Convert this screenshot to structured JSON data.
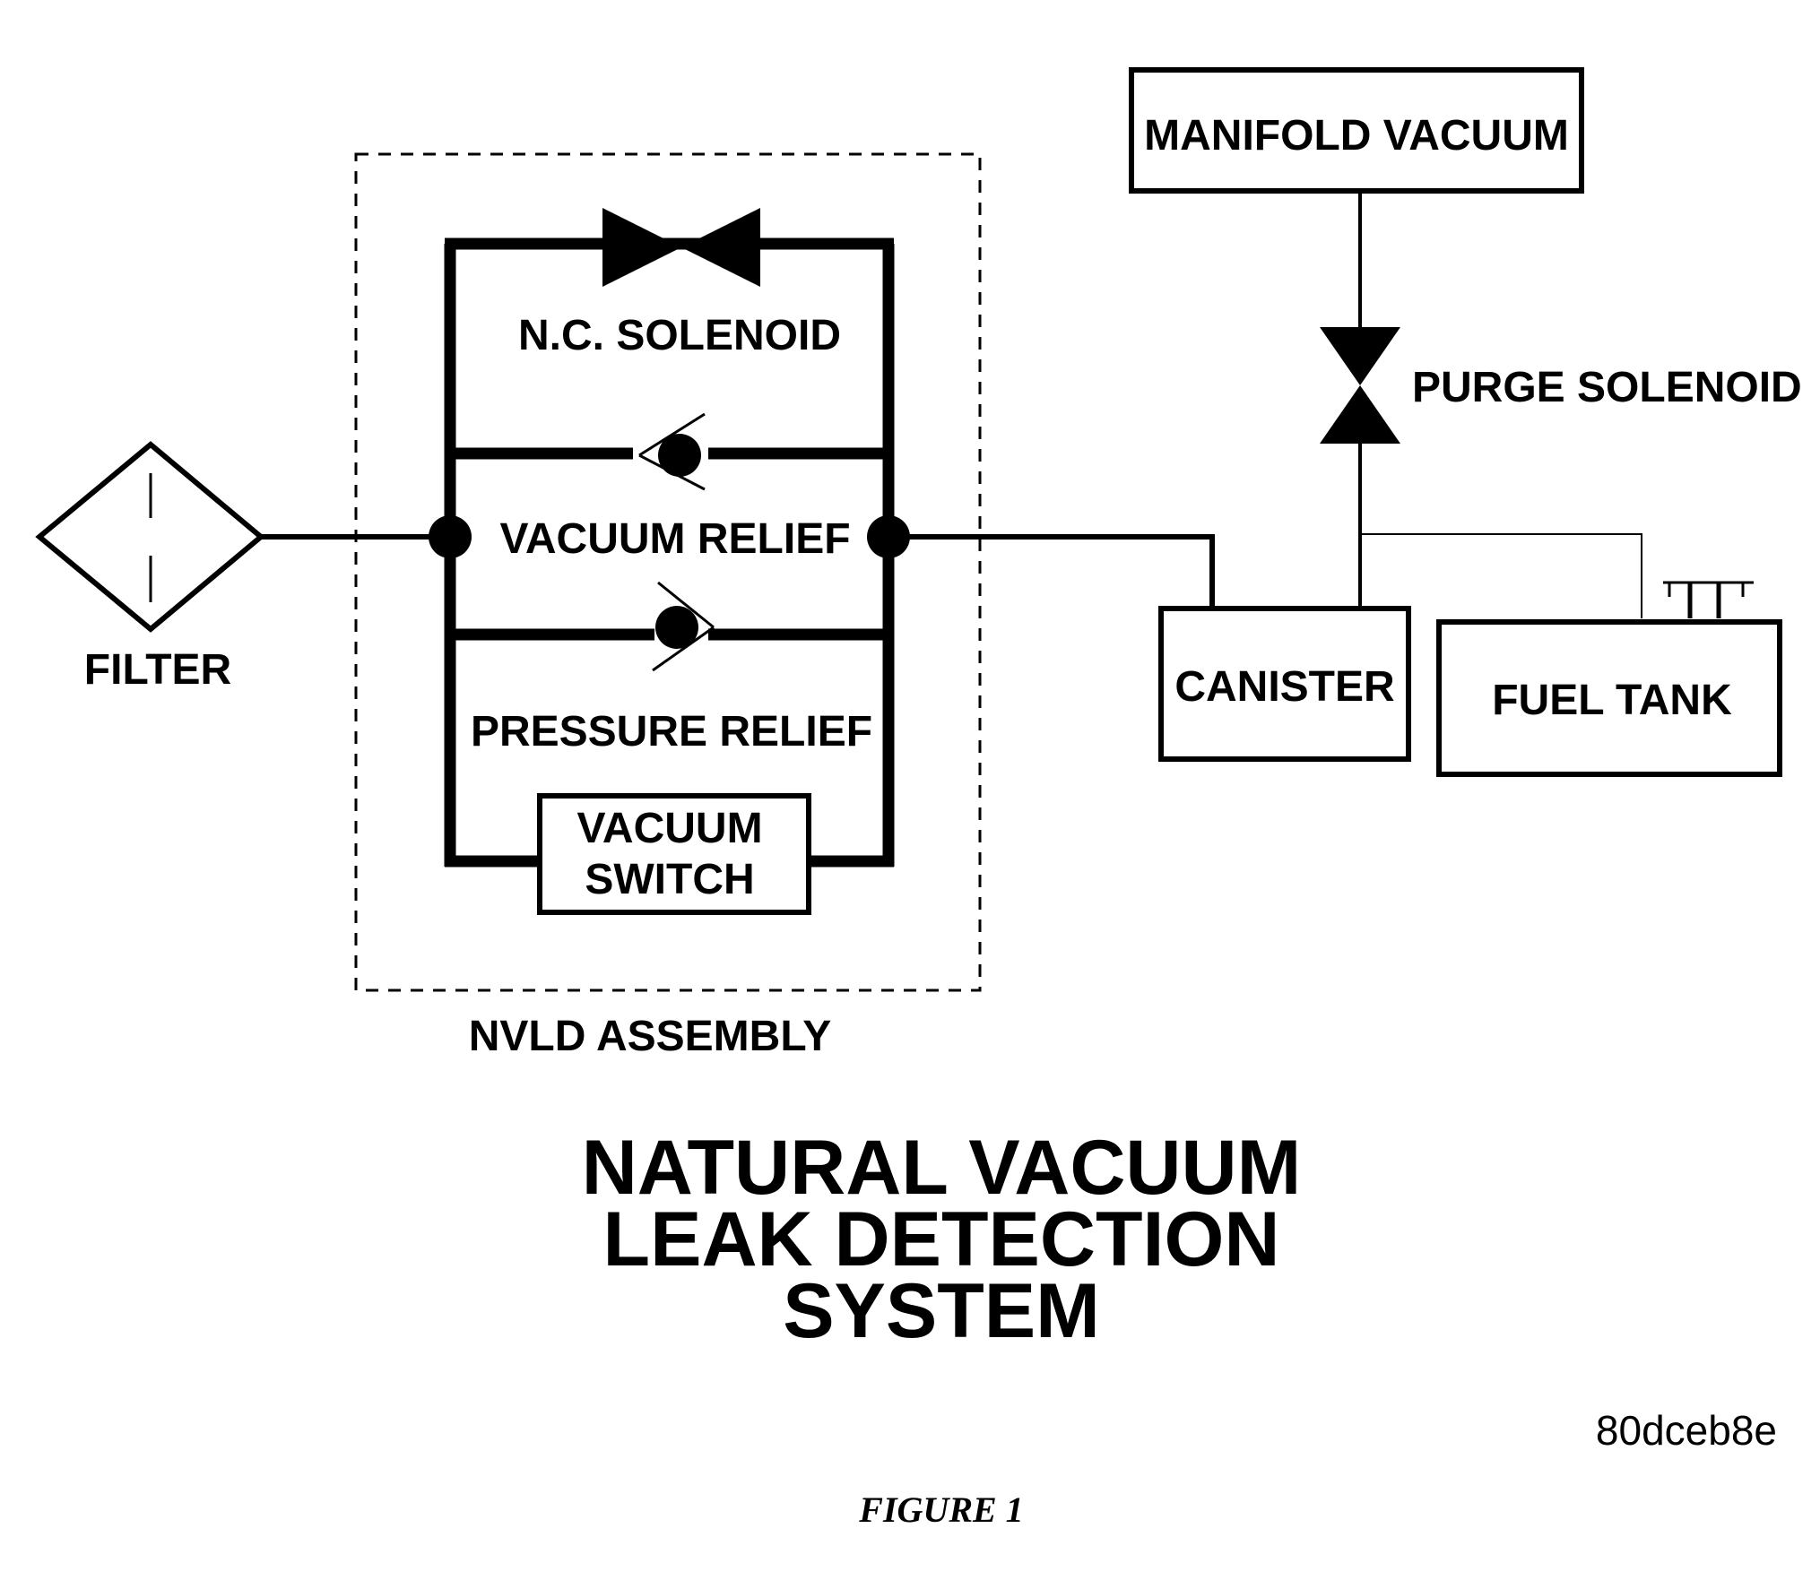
{
  "diagram": {
    "title_lines": [
      "NATURAL VACUUM",
      "LEAK DETECTION",
      "SYSTEM"
    ],
    "figure_caption": "FIGURE 1",
    "code": "80dceb8e",
    "labels": {
      "filter": "FILTER",
      "nc_solenoid": "N.C. SOLENOID",
      "vacuum_relief": "VACUUM RELIEF",
      "pressure_relief": "PRESSURE RELIEF",
      "vacuum_switch_line1": "VACUUM",
      "vacuum_switch_line2": "SWITCH",
      "nvld_assembly": "NVLD ASSEMBLY",
      "manifold_vacuum": "MANIFOLD VACUUM",
      "purge_solenoid": "PURGE SOLENOID",
      "canister": "CANISTER",
      "fuel_tank": "FUEL TANK"
    }
  }
}
